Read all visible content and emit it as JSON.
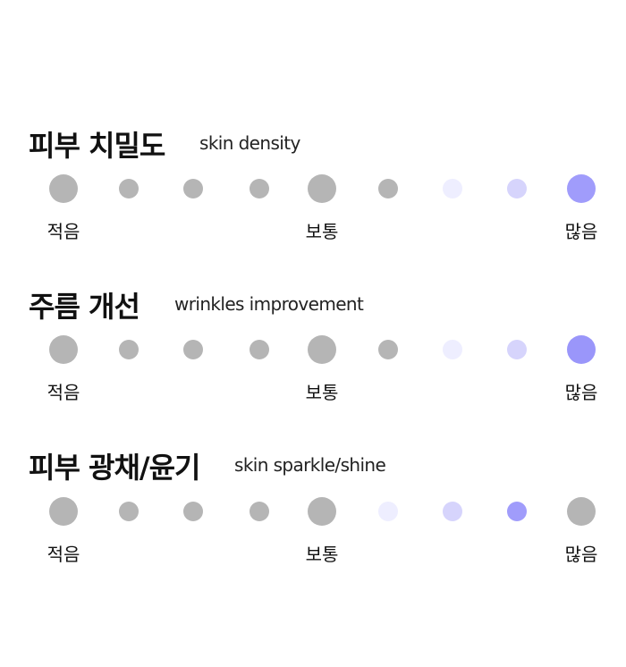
{
  "colors": {
    "gray": "#b5b5b5",
    "lavender_light": "#eeeeff",
    "lavender": "#d6d4fc",
    "violet": "#a09cfb",
    "violet_strong": "#9a96fa"
  },
  "rows": [
    {
      "title": "피부 치밀도",
      "subtitle": "skin density",
      "labels": {
        "low": "적음",
        "mid": "보통",
        "high": "많음"
      },
      "dots": [
        {
          "size": "large",
          "color": "gray"
        },
        {
          "size": "small",
          "color": "gray"
        },
        {
          "size": "small",
          "color": "gray"
        },
        {
          "size": "small",
          "color": "gray"
        },
        {
          "size": "large",
          "color": "gray"
        },
        {
          "size": "small",
          "color": "gray"
        },
        {
          "size": "small",
          "color": "lavender_light"
        },
        {
          "size": "small",
          "color": "lavender"
        },
        {
          "size": "large",
          "color": "violet"
        }
      ]
    },
    {
      "title": "주름 개선",
      "subtitle": "wrinkles improvement",
      "labels": {
        "low": "적음",
        "mid": "보통",
        "high": "많음"
      },
      "dots": [
        {
          "size": "large",
          "color": "gray"
        },
        {
          "size": "small",
          "color": "gray"
        },
        {
          "size": "small",
          "color": "gray"
        },
        {
          "size": "small",
          "color": "gray"
        },
        {
          "size": "large",
          "color": "gray"
        },
        {
          "size": "small",
          "color": "gray"
        },
        {
          "size": "small",
          "color": "lavender_light"
        },
        {
          "size": "small",
          "color": "lavender"
        },
        {
          "size": "large",
          "color": "violet_strong"
        }
      ]
    },
    {
      "title": "피부 광채/윤기",
      "subtitle": "skin sparkle/shine",
      "labels": {
        "low": "적음",
        "mid": "보통",
        "high": "많음"
      },
      "dots": [
        {
          "size": "large",
          "color": "gray"
        },
        {
          "size": "small",
          "color": "gray"
        },
        {
          "size": "small",
          "color": "gray"
        },
        {
          "size": "small",
          "color": "gray"
        },
        {
          "size": "large",
          "color": "gray"
        },
        {
          "size": "small",
          "color": "lavender_light"
        },
        {
          "size": "small",
          "color": "lavender"
        },
        {
          "size": "small",
          "color": "violet"
        },
        {
          "size": "large",
          "color": "gray"
        }
      ]
    }
  ]
}
